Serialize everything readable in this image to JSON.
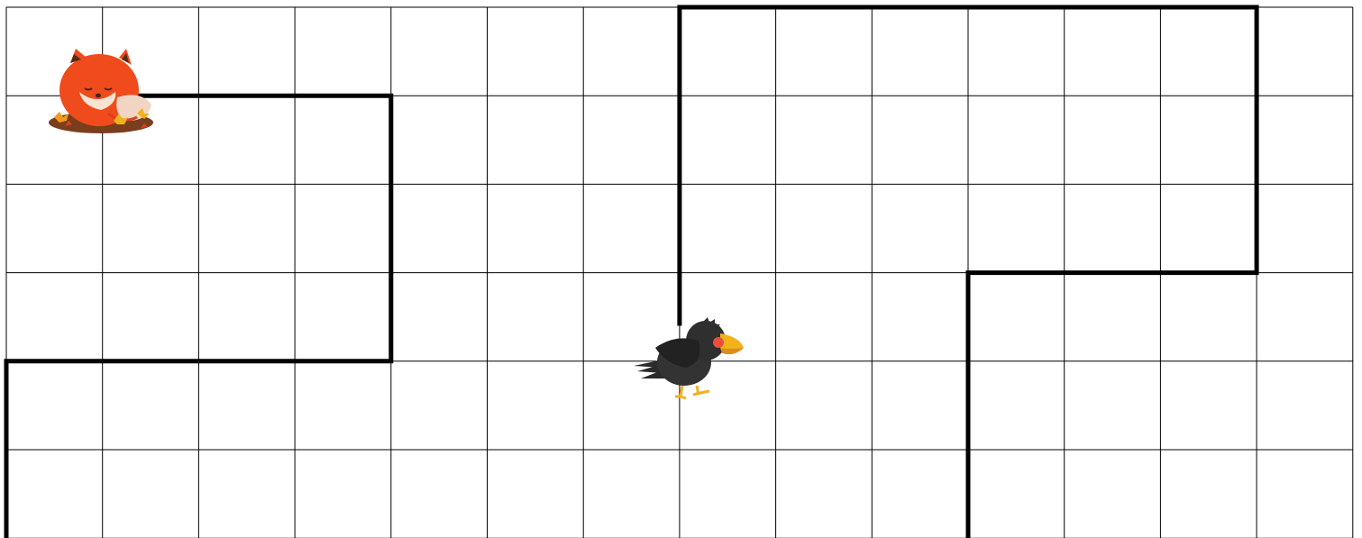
{
  "board": {
    "columns": 14,
    "rows": 6,
    "grid_color": "#000000",
    "path_color": "#000000",
    "background": "#ffffff"
  },
  "path": {
    "vertices": [
      [
        1,
        1
      ],
      [
        4,
        1
      ],
      [
        4,
        4
      ],
      [
        0,
        4
      ],
      [
        0,
        6
      ]
    ]
  },
  "path2": {
    "vertices": [
      [
        7,
        3.6
      ],
      [
        7,
        0
      ],
      [
        13,
        0
      ],
      [
        13,
        3
      ],
      [
        10,
        3
      ],
      [
        10,
        6
      ]
    ]
  },
  "characters": [
    {
      "id": "fox",
      "name": "fox-sprite",
      "icon": "sleeping-fox-icon",
      "col": 1,
      "row": 1,
      "color": "#ef4b1c"
    },
    {
      "id": "crow",
      "name": "crow-sprite",
      "icon": "crow-icon",
      "col": 7,
      "row": 4,
      "color": "#2b2b2b"
    }
  ]
}
